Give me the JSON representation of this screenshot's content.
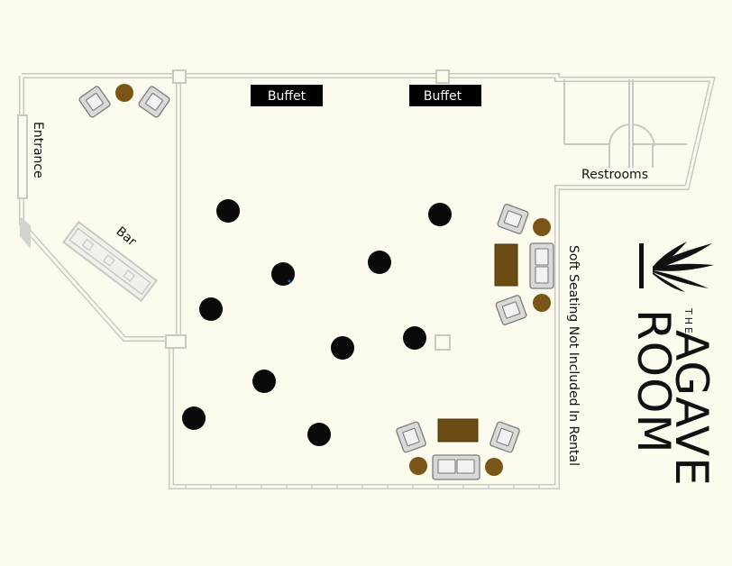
{
  "labels": {
    "entrance": "Entrance",
    "bar": "Bar",
    "restrooms": "Restrooms",
    "soft_seating_note": "Soft Seating Not Included In Rental"
  },
  "buffets": [
    {
      "label": "Buffet"
    },
    {
      "label": "Buffet"
    }
  ],
  "logo": {
    "the": "THE",
    "agave": "AGAVE",
    "room": "ROOM"
  },
  "colors": {
    "background": "#fdfbee",
    "wall": "#c9c9c4",
    "table": "#0a0a0a",
    "wood": "#6b4c12",
    "side_table": "#7a5515",
    "banner": "#000000"
  }
}
